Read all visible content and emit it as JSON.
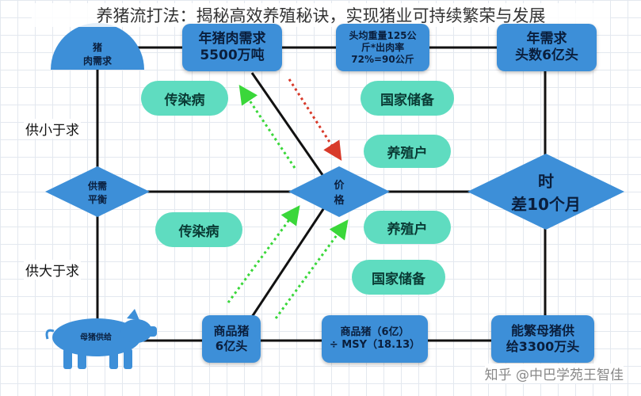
{
  "title": "养猪流打法：揭秘高效养殖秘诀，实现猪业可持续繁荣与发展",
  "top_left_semicircle": {
    "line1": "猪",
    "line2": "肉需求"
  },
  "annual_demand_box": {
    "line1": "年猪肉需求",
    "line2": "5500万吨"
  },
  "weight_box": {
    "line1": "头均重量125公",
    "line2": "斤*出肉率",
    "line3": "72%=90公斤"
  },
  "annual_head_box": {
    "line1": "年需求",
    "line2": "头数6亿头"
  },
  "side_labels": {
    "upper": "供小于求",
    "lower": "供大于求"
  },
  "balance_diamond": {
    "line1": "供需",
    "line2": "平衡"
  },
  "price_diamond": {
    "line1": "价",
    "line2": "格"
  },
  "time_lag_diamond": {
    "line1": "时",
    "line2": "差10个月"
  },
  "pills": {
    "disease_upper": "传染病",
    "reserve_upper": "国家储备",
    "farmer_upper": "养殖户",
    "disease_lower": "传染病",
    "farmer_lower": "养殖户",
    "reserve_lower": "国家储备"
  },
  "sow_label": "母猪供给",
  "commercial_pig_box": {
    "line1": "商品猪",
    "line2": "6亿头"
  },
  "msy_box": {
    "line1": "商品猪（6亿）",
    "line2": "÷ MSY（18.13）"
  },
  "breeding_sow_box": {
    "line1": "能繁母猪供",
    "line2": "给3300万头"
  },
  "watermark": "知乎 @中巴学苑王智佳",
  "colors": {
    "box_blue": "#3d8fd8",
    "pill_green": "#5fdcc0",
    "arrow_red": "#d83a2a",
    "arrow_green": "#3ad73a",
    "line": "#111111"
  }
}
